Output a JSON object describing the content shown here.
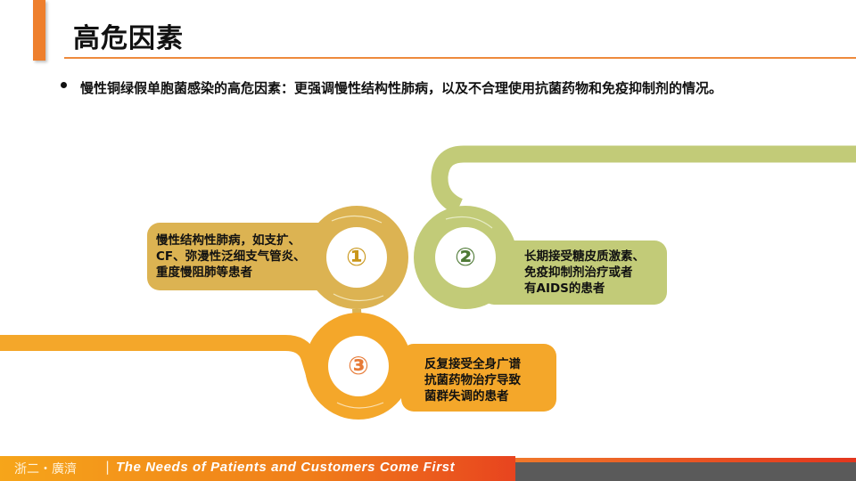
{
  "header": {
    "title": "高危因素"
  },
  "intro": {
    "text": "慢性铜绿假单胞菌感染的高危因素：更强调慢性结构性肺病，以及不合理使用抗菌药物和免疫抑制剂的情况。"
  },
  "factors": [
    {
      "number": "①",
      "color": "#dcb352",
      "number_color": "#c9961a",
      "lines": [
        "慢性结构性肺病，如支扩、",
        "CF、弥漫性泛细支气管炎、",
        "重度慢阻肺等患者"
      ]
    },
    {
      "number": "②",
      "color": "#c2cb78",
      "number_color": "#4f7a36",
      "lines": [
        "长期接受糖皮质激素、",
        "免疫抑制剂治疗或者",
        "有AIDS的患者"
      ]
    },
    {
      "number": "③",
      "color": "#f4a72a",
      "number_color": "#e77a36",
      "lines": [
        "反复接受全身广谱",
        "抗菌药物治疗导致",
        "菌群失调的患者"
      ]
    }
  ],
  "footer": {
    "brand_cn": "浙二・廣濟",
    "separator": "|",
    "slogan": "The Needs of Patients and Customers Come First"
  }
}
